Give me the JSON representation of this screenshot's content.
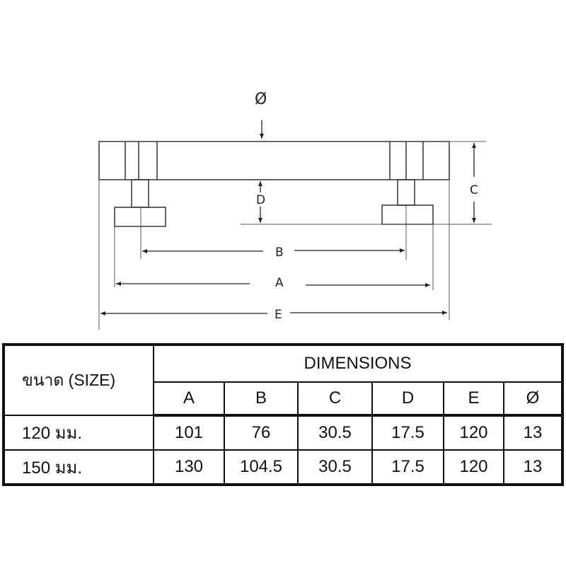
{
  "drawing": {
    "labels": {
      "phi": "Ø",
      "A": "A",
      "B": "B",
      "C": "C",
      "D": "D",
      "E": "E"
    }
  },
  "table": {
    "size_header": "ขนาด (SIZE)",
    "group_header": "DIMENSIONS",
    "columns": [
      "A",
      "B",
      "C",
      "D",
      "E",
      "Ø"
    ],
    "rows": [
      {
        "size": "120 มม.",
        "values": [
          "101",
          "76",
          "30.5",
          "17.5",
          "120",
          "13"
        ]
      },
      {
        "size": "150 มม.",
        "values": [
          "130",
          "104.5",
          "30.5",
          "17.5",
          "120",
          "13"
        ]
      }
    ]
  }
}
